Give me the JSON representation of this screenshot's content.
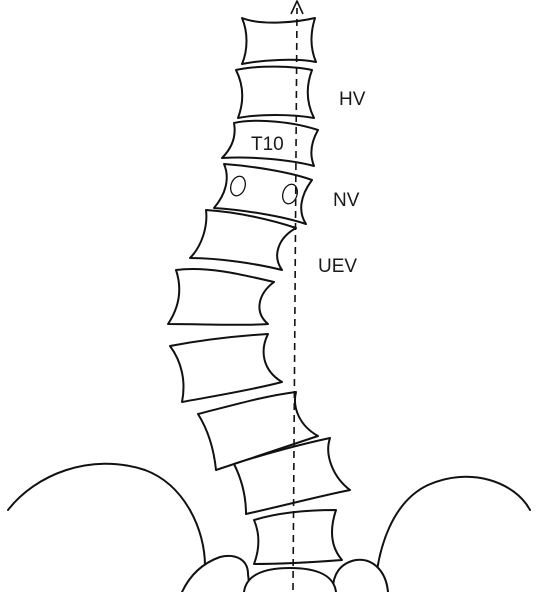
{
  "labels": {
    "hv": "HV",
    "t10": "T10",
    "nv": "NV",
    "uev": "UEV"
  }
}
